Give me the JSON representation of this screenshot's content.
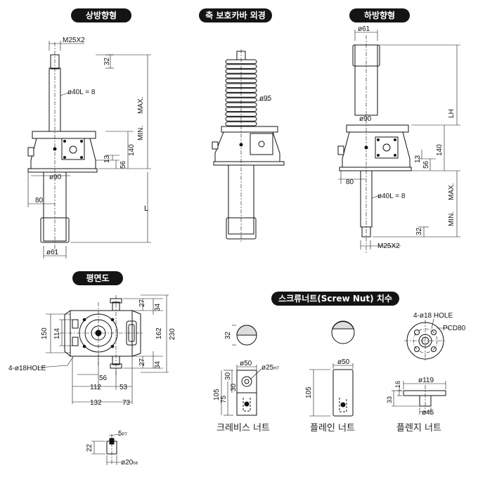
{
  "headings": {
    "upright": "상방향형",
    "boot": "축 보호카바 외경",
    "inverted": "하방향형",
    "plan": "평면도",
    "screw_nut": "스크류너트(Screw Nut) 치수"
  },
  "nut_captions": {
    "clevis": "크레비스 너트",
    "plain": "플레인 너트",
    "flange": "플렌지 너트"
  },
  "dims": {
    "thread": "M25X2",
    "d40": "ø40L = 8",
    "d90": "ø90",
    "d61": "ø61",
    "d95": "ø95",
    "v32": "32",
    "v80": "80",
    "v140": "140",
    "v56": "56",
    "v13": "13",
    "max": "MAX.",
    "min": "MIN.",
    "L": "L",
    "LH": "LH",
    "v27": "27",
    "v34": "34",
    "v150": "150",
    "v114": "114",
    "v162": "162",
    "v230": "230",
    "hole4": "4-ø18HOLE",
    "v112": "112",
    "v53": "53",
    "v132": "132",
    "v73": "73",
    "key": "5",
    "key_tol": "P7",
    "v22": "22",
    "shaft": "ø20",
    "shaft_tol": "h6",
    "d50": "ø50",
    "d25": "ø25",
    "d25_tol": "H7",
    "v105": "105",
    "v75": "75",
    "v30": "30",
    "flange_hole": "4-ø18 HOLE",
    "pcd": "PCD80",
    "d119": "ø119",
    "v16": "16",
    "v33": "33",
    "d45": "ø45"
  }
}
